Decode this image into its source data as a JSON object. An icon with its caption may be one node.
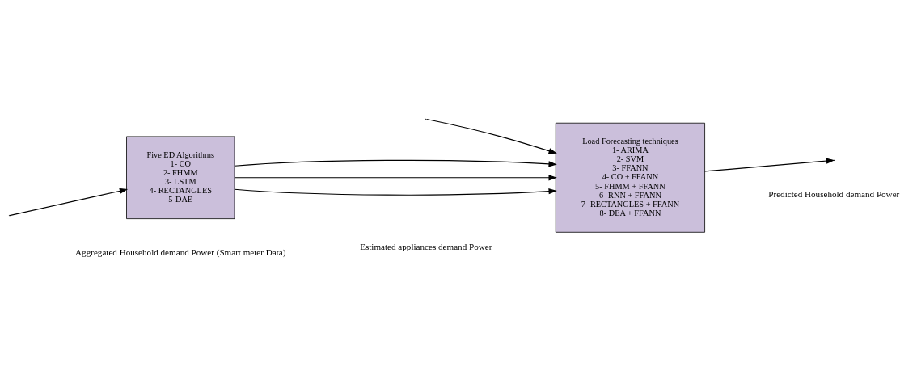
{
  "diagram": {
    "nodes": [
      {
        "text": [
          "Five ED Algorithms",
          "1- CO",
          "2- FHMM",
          "3- LSTM",
          "4- RECTANGLES",
          "5-DAE"
        ]
      },
      {
        "text": [
          "Load Forecasting techniques",
          "1- ARIMA",
          "2- SVM",
          "3- FFANN",
          "4- CO + FFANN",
          "5- FHMM + FFANN",
          "6- RNN + FFANN",
          "7- RECTANGLES + FFANN",
          "8- DEA + FFANN"
        ]
      }
    ],
    "edges": [
      {
        "from": null,
        "to": 0,
        "arrow": "to"
      },
      {
        "from": null,
        "to": 1,
        "arrow": "to"
      },
      {
        "from": 0,
        "to": 1,
        "arrow": "to"
      },
      {
        "from": 0,
        "to": 1,
        "arrow": "to"
      },
      {
        "from": 0,
        "to": 1,
        "arrow": "to"
      },
      {
        "from": 1,
        "to": null,
        "arrow": "to"
      }
    ],
    "labels": [
      "Aggregated Household demand Power (Smart meter Data)",
      "Estimated appliances demand Power",
      "Predicted Household demand Power"
    ]
  }
}
